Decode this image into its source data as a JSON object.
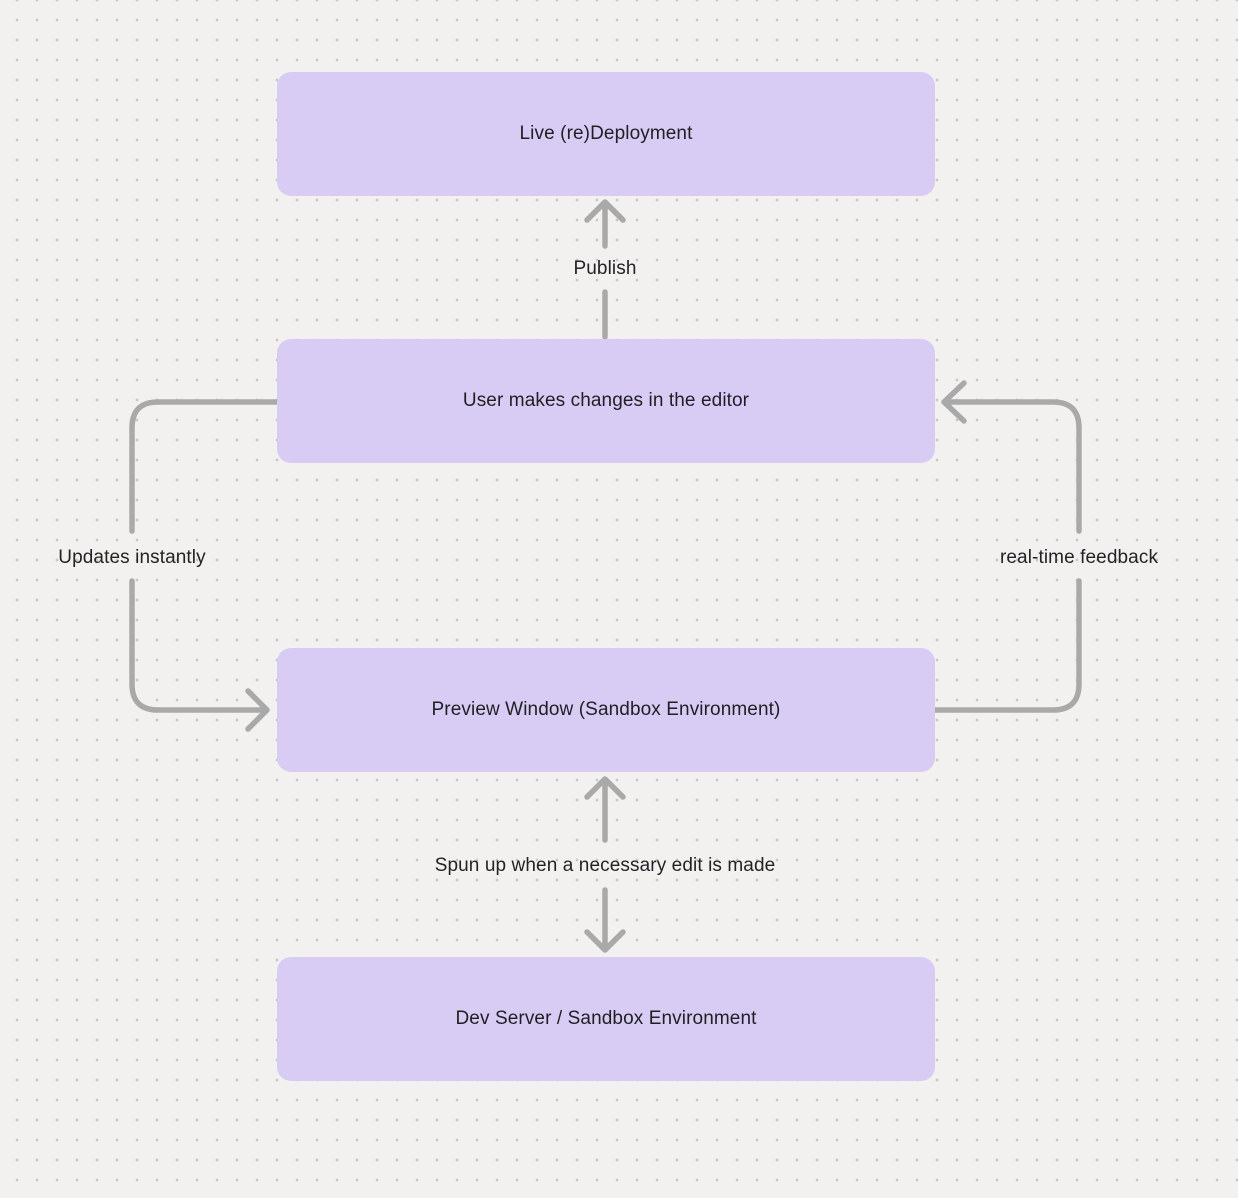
{
  "colors": {
    "bg": "#F2F1F0",
    "dot": "#C8C7C6",
    "node_fill": "#D8CCF5",
    "node_text": "#1F1F24",
    "label_text": "#232327",
    "arrow": "#A9A9A9"
  },
  "diagram": {
    "nodes": [
      {
        "id": "live-redeployment",
        "label": "Live (re)Deployment"
      },
      {
        "id": "editor-changes",
        "label": "User makes changes in the editor"
      },
      {
        "id": "preview-window",
        "label": "Preview Window (Sandbox Environment)"
      },
      {
        "id": "dev-server",
        "label": "Dev Server / Sandbox Environment"
      }
    ],
    "edges": [
      {
        "from": "editor-changes",
        "to": "live-redeployment",
        "direction": "up",
        "label": "Publish"
      },
      {
        "from": "editor-changes",
        "to": "preview-window",
        "direction": "left-loop",
        "label": "Updates instantly"
      },
      {
        "from": "preview-window",
        "to": "editor-changes",
        "direction": "right-loop",
        "label": "real-time feedback"
      },
      {
        "from": "preview-window",
        "to": "dev-server",
        "direction": "both",
        "label": "Spun up when a necessary edit is made"
      }
    ]
  }
}
